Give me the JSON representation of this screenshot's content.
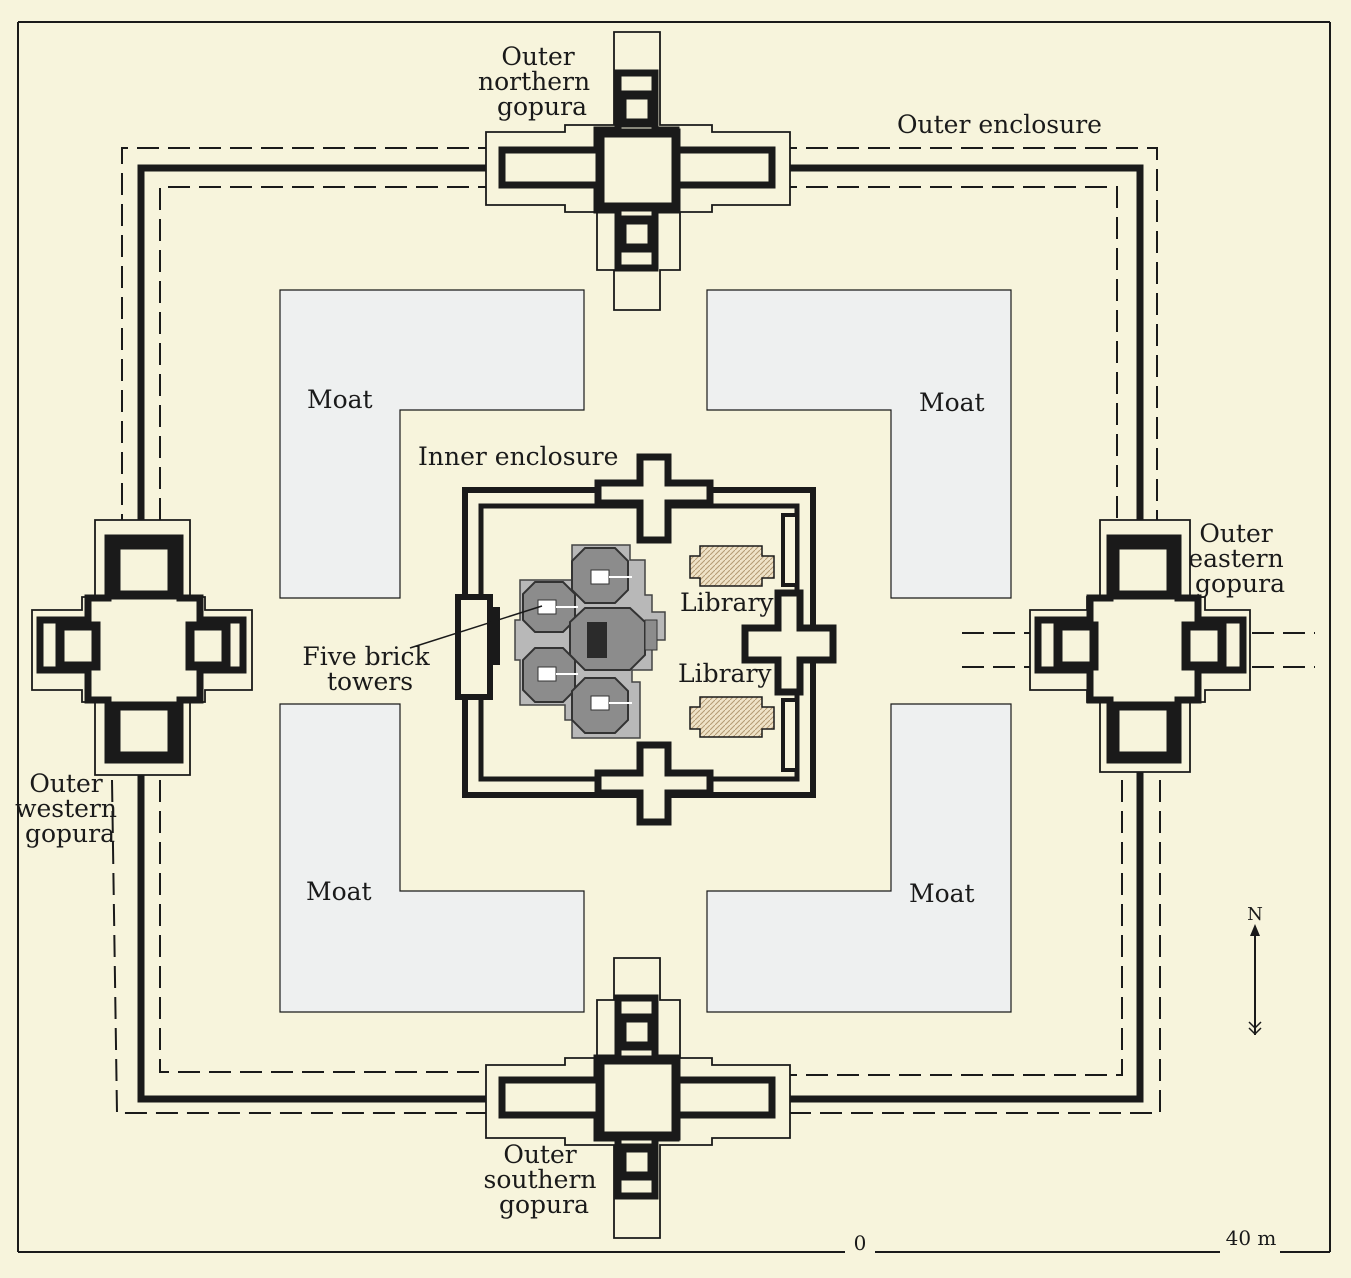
{
  "labels": {
    "outer_northern_gopura": [
      "Outer",
      "northern",
      "gopura"
    ],
    "outer_enclosure": "Outer enclosure",
    "moat_nw": "Moat",
    "moat_ne": "Moat",
    "moat_sw": "Moat",
    "moat_se": "Moat",
    "inner_enclosure": "Inner enclosure",
    "outer_eastern_gopura": [
      "Outer",
      "eastern",
      "gopura"
    ],
    "library_north": "Library",
    "library_south": "Library",
    "five_brick_towers": [
      "Five brick",
      "towers"
    ],
    "outer_western_gopura": [
      "Outer",
      "western",
      "gopura"
    ],
    "outer_southern_gopura": [
      "Outer",
      "southern",
      "gopura"
    ],
    "north_arrow": "N",
    "scale_start": "0",
    "scale_end": "40 m"
  },
  "colors": {
    "background": "#f7f4dc",
    "moat": "#eef0f0",
    "ink": "#1a1a1a",
    "tower_light": "#b8b8b8",
    "tower_mid": "#8c8c8c",
    "tower_dark": "#555555",
    "library_fill": "#e9dcc0"
  }
}
